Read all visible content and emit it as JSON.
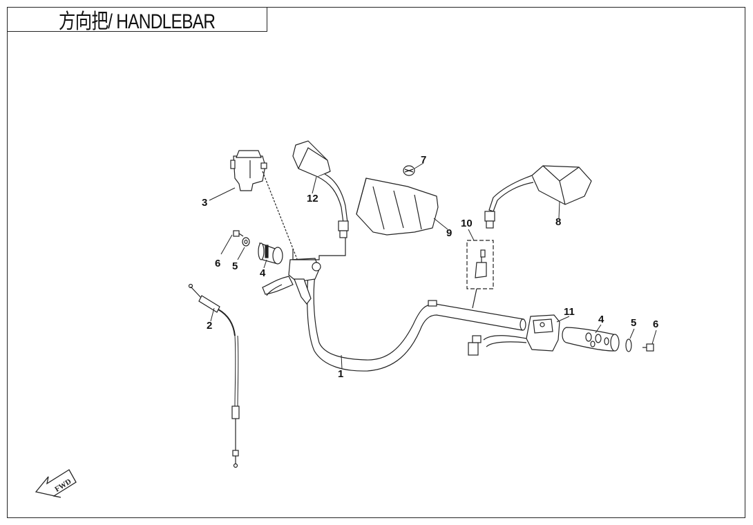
{
  "title": "方向把/ HANDLEBAR",
  "fwd_label": "FWD",
  "callouts": [
    {
      "id": "c1",
      "label": "1"
    },
    {
      "id": "c2",
      "label": "2"
    },
    {
      "id": "c3",
      "label": "3"
    },
    {
      "id": "c4a",
      "label": "4"
    },
    {
      "id": "c5a",
      "label": "5"
    },
    {
      "id": "c6a",
      "label": "6"
    },
    {
      "id": "c7",
      "label": "7"
    },
    {
      "id": "c8",
      "label": "8"
    },
    {
      "id": "c9",
      "label": "9"
    },
    {
      "id": "c10",
      "label": "10"
    },
    {
      "id": "c11",
      "label": "11"
    },
    {
      "id": "c12",
      "label": "12"
    },
    {
      "id": "c4b",
      "label": "4"
    },
    {
      "id": "c5b",
      "label": "5"
    },
    {
      "id": "c6b",
      "label": "6"
    }
  ]
}
